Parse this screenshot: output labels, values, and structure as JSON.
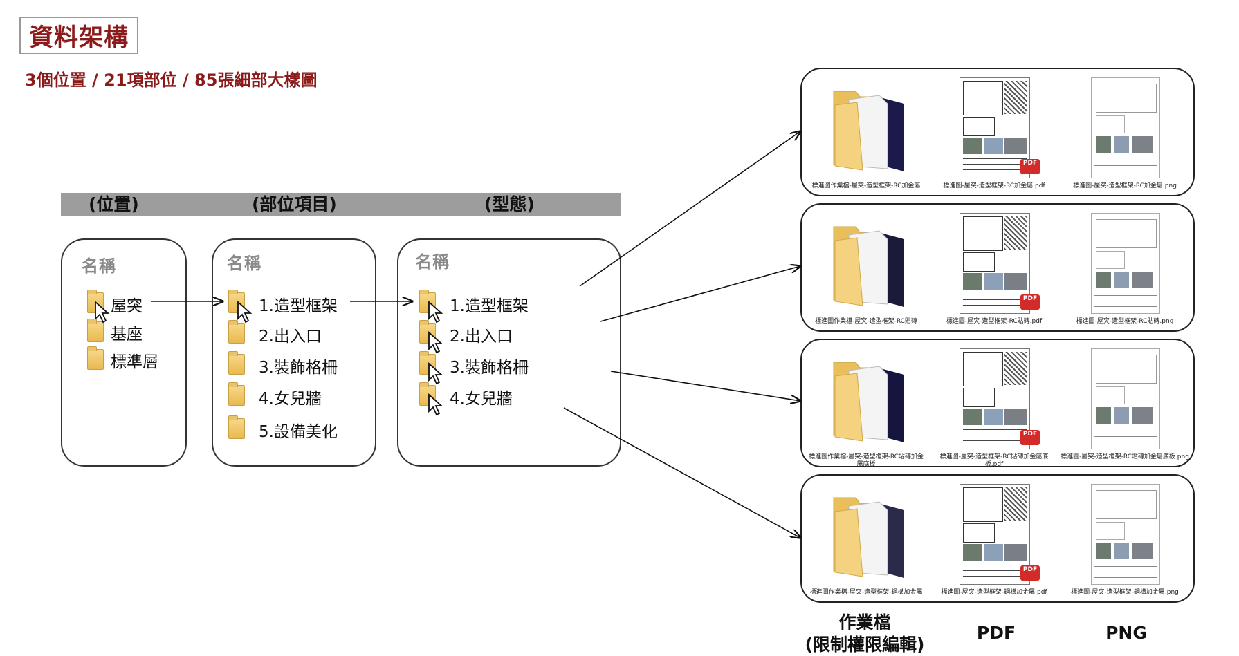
{
  "title": "資料架構",
  "subtitle": "3個位置 / 21項部位 / 85張細部大樣圖",
  "headers": {
    "location": "(位置)",
    "part": "(部位項目)",
    "type": "(型態)"
  },
  "panel_heading": "名稱",
  "locations": [
    "屋突",
    "基座",
    "標準層"
  ],
  "parts": [
    "1.造型框架",
    "2.出入口",
    "3.裝飾格柵",
    "4.女兒牆",
    "5.設備美化"
  ],
  "types": [
    "1.造型框架",
    "2.出入口",
    "3.裝飾格柵",
    "4.女兒牆"
  ],
  "file_rows": [
    {
      "work": "標進圖作業檔-屋突-造型框架-RC加金屬",
      "pdf": "標進圖-屋突-造型框架-RC加金屬.pdf",
      "png": "標進圖-屋突-造型框架-RC加金屬.png"
    },
    {
      "work": "標進圖作業檔-屋突-造型框架-RC貼磚",
      "pdf": "標進圖-屋突-造型框架-RC貼磚.pdf",
      "png": "標進圖-屋突-造型框架-RC貼磚.png"
    },
    {
      "work": "標進圖作業檔-屋突-造型框架-RC貼磚加金屬底板",
      "pdf": "標進圖-屋突-造型框架-RC貼磚加金屬底板.pdf",
      "png": "標進圖-屋突-造型框架-RC貼磚加金屬底板.png"
    },
    {
      "work": "標進圖作業檔-屋突-造型框架-鋼構加金屬",
      "pdf": "標進圖-屋突-造型框架-鋼構加金屬.pdf",
      "png": "標進圖-屋突-造型框架-鋼構加金屬.png"
    }
  ],
  "pdf_badge": "PDF",
  "footer": {
    "work_line1": "作業檔",
    "work_line2": "(限制權限編輯)",
    "pdf": "PDF",
    "png": "PNG"
  },
  "colors": {
    "title": "#8b1a1a",
    "header_bar": "#9d9d9d",
    "folder": "#f2c96a",
    "pdf_badge": "#d32a2a"
  }
}
